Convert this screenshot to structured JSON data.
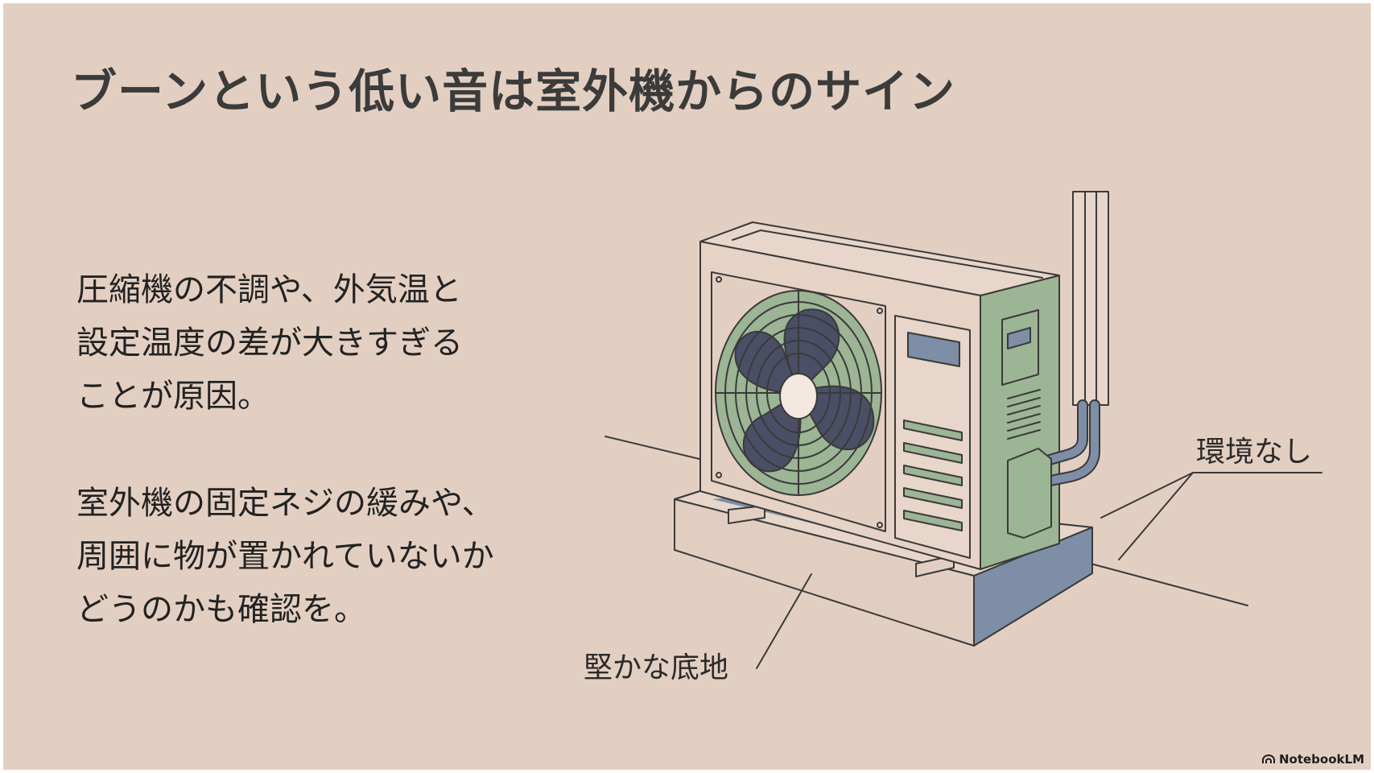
{
  "title": "ブーンという低い音は室外機からのサイン",
  "paragraph1": {
    "lines": [
      "圧縮機の不調や、外気温と",
      "設定温度の差が大きすぎる",
      "ことが原因。"
    ]
  },
  "paragraph2": {
    "lines": [
      "室外機の固定ネジの緩みや、",
      "周囲に物が置かれていないか",
      "どうのかも確認を。"
    ]
  },
  "callouts": {
    "environment": "環境なし",
    "ground": "堅かな底地"
  },
  "brand": {
    "name": "NotebookLM",
    "icon": "notebooklm-logo-icon"
  },
  "colors": {
    "background": "#e3cfc2",
    "title": "#3b3b3b",
    "fan_green": "#9cb594",
    "shadow_blue": "#7d8ea6",
    "outline": "#3a3a3a"
  }
}
